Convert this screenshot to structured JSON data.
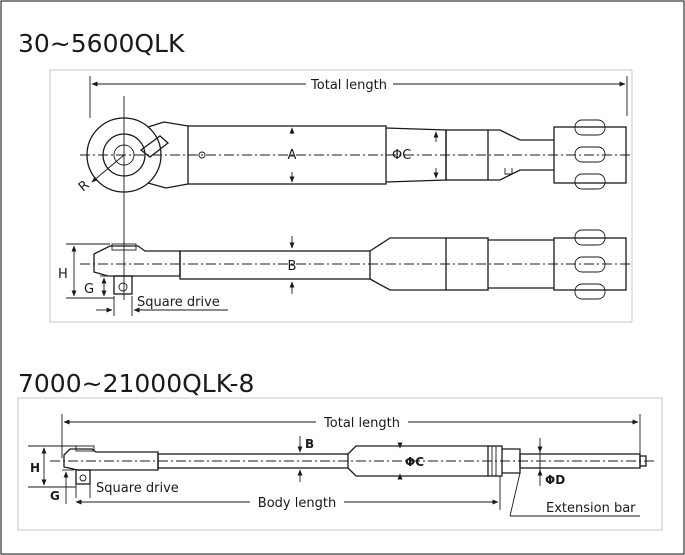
{
  "diagram1": {
    "title": "30~5600QLK",
    "labels": {
      "total_length": "Total length",
      "a": "A",
      "phi_c": "ΦC",
      "r": "R",
      "b": "B",
      "h": "H",
      "g": "G",
      "square_drive": "Square drive"
    }
  },
  "diagram2": {
    "title": "7000~21000QLK-8",
    "labels": {
      "total_length": "Total length",
      "b": "B",
      "phi_c": "ΦC",
      "phi_d": "ΦD",
      "h": "H",
      "g": "G",
      "square_drive": "Square drive",
      "body_length": "Body length",
      "extension_bar": "Extension bar"
    }
  }
}
